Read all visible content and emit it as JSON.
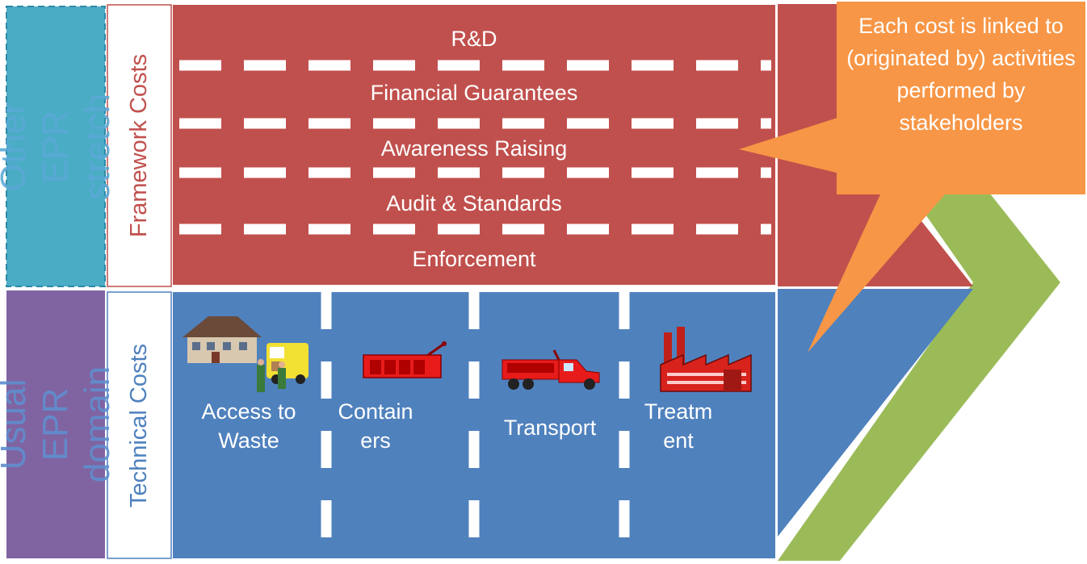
{
  "side_labels": {
    "other": "Other EPR stretch",
    "usual": "Usual EPR domain"
  },
  "categories": {
    "framework": "Framework Costs",
    "technical": "Technical Costs"
  },
  "framework_items": [
    "R&D",
    "Financial Guarantees",
    "Awareness Raising",
    "Audit & Standards",
    "Enforcement"
  ],
  "technical_items": [
    {
      "label": "Access to Waste",
      "icon": "house-and-delivery-icon"
    },
    {
      "label": "Containers",
      "icon": "container-icon"
    },
    {
      "label": "Transport",
      "icon": "dump-truck-icon"
    },
    {
      "label": "Treatment",
      "icon": "factory-icon"
    }
  ],
  "callout": "Each cost is linked to (originated by) activities performed by stakeholders",
  "colors": {
    "framework_red": "#c0504d",
    "technical_blue": "#4f81bd",
    "arrow_green": "#9bbb59",
    "callout_orange": "#f79646",
    "other_teal": "#4bacc6",
    "usual_purple": "#8064a2"
  }
}
